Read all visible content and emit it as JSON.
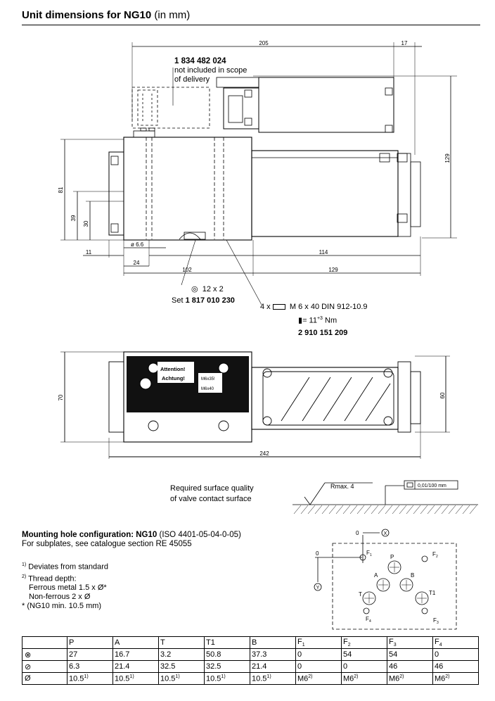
{
  "title": {
    "bold": "Unit dimensions for NG10",
    "normal": " (in mm)"
  },
  "top_view": {
    "dims": {
      "d205": "205",
      "d17": "17",
      "d129v": "129",
      "d81": "81",
      "d39": "39",
      "d30": "30",
      "d11": "11",
      "d66": "ø 6.6",
      "d24": "24",
      "d114": "114",
      "d102": "102",
      "d129h": "129"
    },
    "plug_part": "1 834 482 024",
    "plug_note": [
      "not included in scope",
      "of delivery"
    ],
    "oring_qty": "12 x 2",
    "set_prefix": "Set ",
    "set_part": "1 817 010 230",
    "screw_qty": "4 x",
    "screw_spec": "M 6 x 40 DIN 912-10.9",
    "torque": "= 11",
    "torque_sup": "+3",
    "torque_unit": " Nm",
    "screw_part": "2 910 151 209"
  },
  "plan_view": {
    "dims": {
      "d70": "70",
      "d60": "60",
      "d242": "242"
    },
    "attention": "Attention!",
    "achtung": "Achtung!",
    "label1": "M6x35!",
    "label2": "M6x40"
  },
  "surface": {
    "text": [
      "Required surface quality",
      "of valve contact surface"
    ],
    "rmax": "Rmax. 4",
    "flatness": "0,01/100 mm"
  },
  "holes": {
    "heading_bold": "Mounting hole configuration: NG10",
    "heading_normal": " (ISO 4401-05-04-0-05)",
    "subline": "For subplates, see catalogue section RE 45055",
    "footnotes": [
      {
        "mark": "1)",
        "text": " Deviates from standard"
      },
      {
        "mark": "2)",
        "text": " Thread depth:"
      },
      {
        "mark": "",
        "text": "Ferrous metal 1.5 x Ø*"
      },
      {
        "mark": "",
        "text": "Non-ferrous 2 x Ø"
      },
      {
        "mark": "*",
        "text": "  (NG10 min. 10.5 mm)"
      }
    ],
    "diagram": {
      "zero_x": "0",
      "zero_y": "0",
      "axis_x": "X",
      "axis_y": "Y",
      "ports": {
        "P": "P",
        "A": "A",
        "B": "B",
        "T": "T",
        "T1": "T1",
        "F1": "F",
        "F2": "F",
        "F3": "F",
        "F4": "F"
      },
      "subs": {
        "F1": "1",
        "F2": "2",
        "F3": "3",
        "F4": "4"
      }
    }
  },
  "table": {
    "header": [
      "",
      "P",
      "A",
      "T",
      "T1",
      "B",
      "F",
      "F",
      "F",
      "F"
    ],
    "header_subs": [
      "",
      "",
      "",
      "",
      "",
      "",
      "1",
      "2",
      "3",
      "4"
    ],
    "row_symbols": [
      "⊗",
      "⊘",
      "Ø"
    ],
    "rows": [
      [
        "27",
        "16.7",
        "3.2",
        "50.8",
        "37.3",
        "0",
        "54",
        "54",
        "0"
      ],
      [
        "6.3",
        "21.4",
        "32.5",
        "32.5",
        "21.4",
        "0",
        "0",
        "46",
        "46"
      ],
      [
        "10.5",
        "10.5",
        "10.5",
        "10.5",
        "10.5",
        "M6",
        "M6",
        "M6",
        "M6"
      ]
    ],
    "row3_sups": [
      "1)",
      "1)",
      "1)",
      "1)",
      "1)",
      "2)",
      "2)",
      "2)",
      "2)"
    ]
  }
}
